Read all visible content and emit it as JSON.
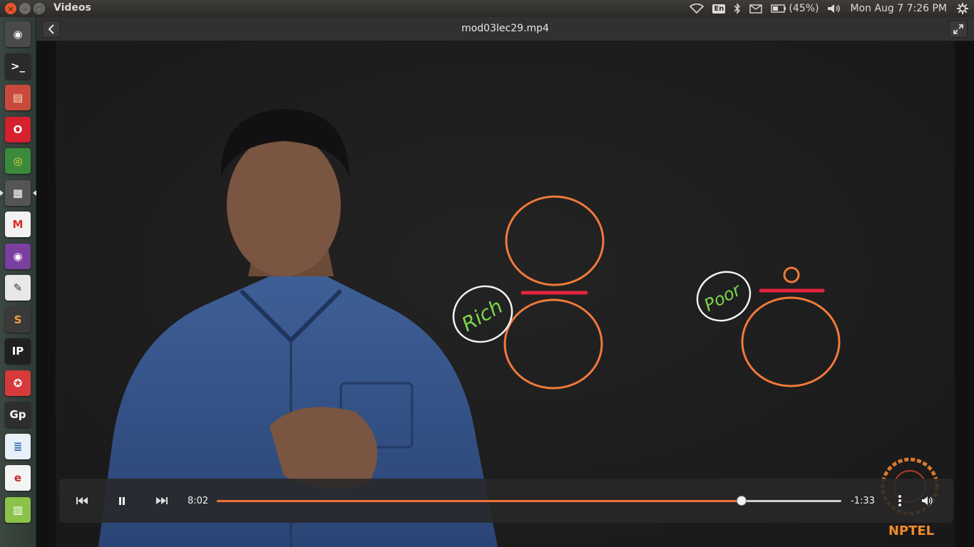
{
  "window": {
    "app_title": "Videos",
    "close_glyph": "×",
    "min_glyph": "–",
    "max_glyph": "□"
  },
  "top_panel": {
    "keyboard_layout": "En",
    "battery_text": "(45%)",
    "datetime": "Mon Aug  7  7:26 PM"
  },
  "launcher": {
    "items": [
      {
        "name": "ubuntu-dash",
        "glyph": "◉",
        "bg": "#4a4a4a",
        "fg": "#f2f2f2"
      },
      {
        "name": "terminal",
        "glyph": ">_",
        "bg": "#2b2b2b",
        "fg": "#ffffff"
      },
      {
        "name": "files",
        "glyph": "▤",
        "bg": "#c94a3c",
        "fg": "#f6e0c0"
      },
      {
        "name": "opera",
        "glyph": "O",
        "bg": "#d6202e",
        "fg": "#ffffff"
      },
      {
        "name": "chrome",
        "glyph": "◎",
        "bg": "#3b8a3b",
        "fg": "#f6d33c"
      },
      {
        "name": "videos",
        "glyph": "▦",
        "bg": "#555555",
        "fg": "#ffffff"
      },
      {
        "name": "gmail",
        "glyph": "M",
        "bg": "#f2f2f2",
        "fg": "#d93025"
      },
      {
        "name": "webcam",
        "glyph": "◉",
        "bg": "#7b3fa0",
        "fg": "#ffffff"
      },
      {
        "name": "text-editor",
        "glyph": "✎",
        "bg": "#e8e8e8",
        "fg": "#333333"
      },
      {
        "name": "sublime",
        "glyph": "S",
        "bg": "#3a3a3a",
        "fg": "#f2a23c"
      },
      {
        "name": "ipython",
        "glyph": "IP",
        "bg": "#202020",
        "fg": "#ffffff"
      },
      {
        "name": "network-tool",
        "glyph": "✪",
        "bg": "#d63a3a",
        "fg": "#ffffff"
      },
      {
        "name": "gp-app",
        "glyph": "Gp",
        "bg": "#2e2e2e",
        "fg": "#ffffff"
      },
      {
        "name": "writer",
        "glyph": "≣",
        "bg": "#e8f0f8",
        "fg": "#2a6fb0"
      },
      {
        "name": "emacs",
        "glyph": "e",
        "bg": "#f4f4f4",
        "fg": "#c62828"
      },
      {
        "name": "office-stack",
        "glyph": "▥",
        "bg": "#8bc34a",
        "fg": "#ffffff"
      }
    ]
  },
  "header": {
    "file_title": "mod03lec29.mp4"
  },
  "video": {
    "label_rich": "Rich",
    "label_poor": "Poor",
    "watermark": "NPTEL"
  },
  "player": {
    "elapsed": "8:02",
    "remaining": "-1:33",
    "progress_fraction": 0.84,
    "accent_color": "#f07038"
  }
}
